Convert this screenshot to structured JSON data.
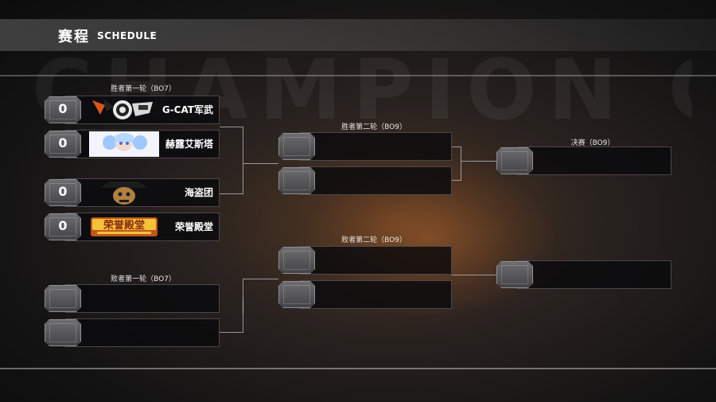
{
  "header": {
    "title": "赛程",
    "subtitle": "SCHEDULE"
  },
  "background": {
    "hero_text": "CHAMPION CUP"
  },
  "colors": {
    "bar_bg": "#0a0a0c",
    "badge": "#5a5a5d",
    "accent_glow": "#ff8c32"
  },
  "rounds": {
    "winners_r1": "胜者第一轮（BO7）",
    "winners_r2": "胜者第二轮（BO9）",
    "final": "决赛（BO9）",
    "losers_r1": "败者第一轮（BO7）",
    "losers_r2": "败者第二轮（BO9）"
  },
  "winners_r1": [
    {
      "score": "0",
      "name": "G-CAT军武",
      "logo": "cat-mascot-logo"
    },
    {
      "score": "0",
      "name": "赫露艾斯塔",
      "logo": "anime-girl-avatar"
    },
    {
      "score": "0",
      "name": "海盗团",
      "logo": "pirate-skull-logo"
    },
    {
      "score": "0",
      "name": "荣誉殿堂",
      "logo": "honor-hall-logo",
      "logo_text": "荣誉殿堂"
    }
  ]
}
